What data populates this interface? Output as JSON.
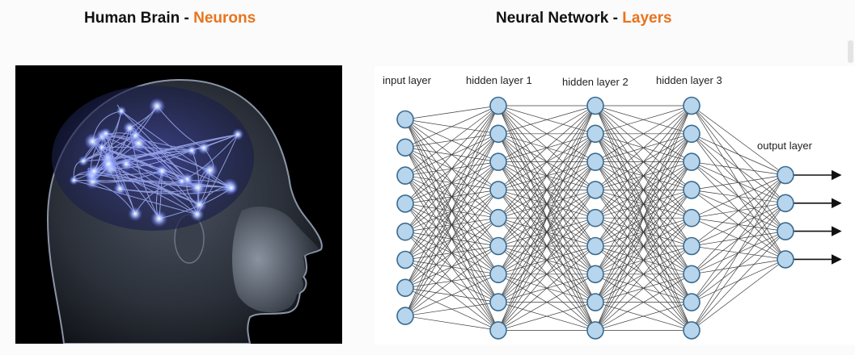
{
  "headings": {
    "left": {
      "text": "Human Brain - ",
      "accent": "Neurons"
    },
    "right": {
      "text": "Neural Network - ",
      "accent": "Layers"
    }
  },
  "colors": {
    "accent": "#e8741c",
    "node_fill": "#b7d5ec",
    "node_stroke": "#3b6a8f",
    "brain_glow": "#cfe0ff",
    "panel_black": "#000000"
  },
  "network": {
    "layers": [
      {
        "label": "input layer",
        "nodes": 8
      },
      {
        "label": "hidden layer 1",
        "nodes": 9
      },
      {
        "label": "hidden layer 2",
        "nodes": 9
      },
      {
        "label": "hidden layer 3",
        "nodes": 9
      },
      {
        "label": "output layer",
        "nodes": 4
      }
    ],
    "output_arrows": true
  },
  "brain_image": {
    "icon": "human-head-profile-with-glowing-neurons"
  }
}
